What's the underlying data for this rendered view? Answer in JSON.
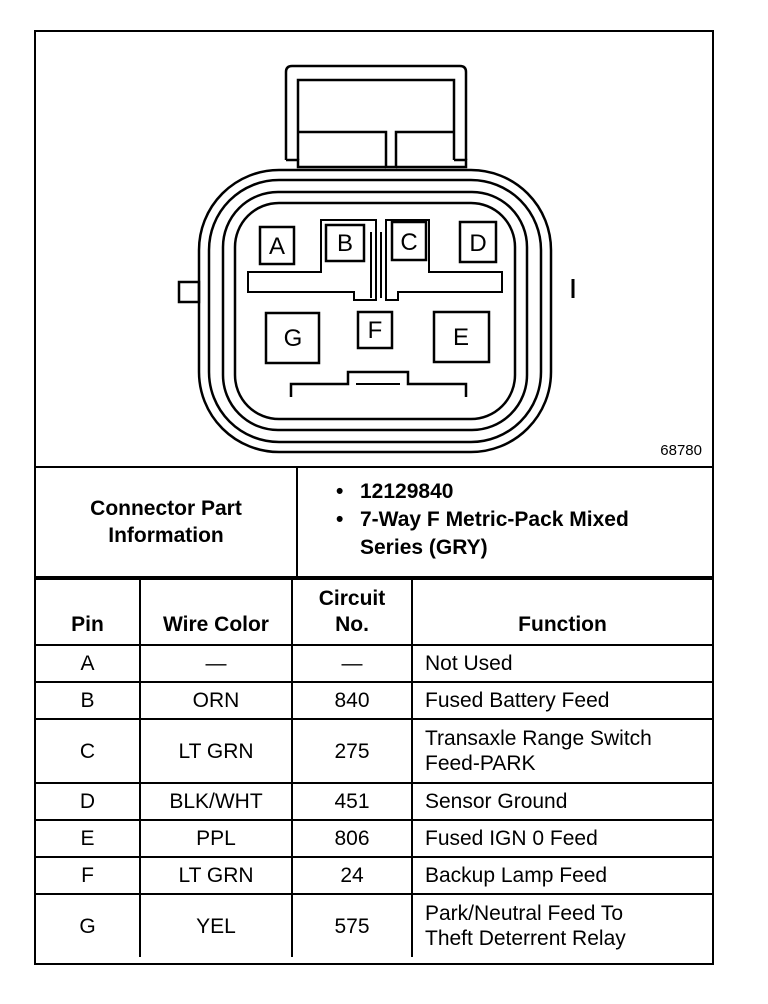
{
  "diagram": {
    "figure_id": "68780",
    "terminals": [
      "A",
      "B",
      "C",
      "D",
      "E",
      "F",
      "G"
    ]
  },
  "part_info": {
    "label_line1": "Connector Part",
    "label_line2": "Information",
    "part_number": "12129840",
    "description_line1": "7-Way F Metric-Pack Mixed",
    "description_line2": "Series (GRY)"
  },
  "table": {
    "headers": {
      "pin": "Pin",
      "wire_color": "Wire Color",
      "circuit_line1": "Circuit",
      "circuit_line2": "No.",
      "function": "Function"
    },
    "rows": [
      {
        "pin": "A",
        "wire": "—",
        "circuit": "—",
        "func1": "Not Used",
        "func2": ""
      },
      {
        "pin": "B",
        "wire": "ORN",
        "circuit": "840",
        "func1": "Fused Battery Feed",
        "func2": ""
      },
      {
        "pin": "C",
        "wire": "LT GRN",
        "circuit": "275",
        "func1": "Transaxle Range Switch",
        "func2": "Feed-PARK"
      },
      {
        "pin": "D",
        "wire": "BLK/WHT",
        "circuit": "451",
        "func1": "Sensor Ground",
        "func2": ""
      },
      {
        "pin": "E",
        "wire": "PPL",
        "circuit": "806",
        "func1": "Fused IGN 0 Feed",
        "func2": ""
      },
      {
        "pin": "F",
        "wire": "LT GRN",
        "circuit": "24",
        "func1": "Backup Lamp Feed",
        "func2": ""
      },
      {
        "pin": "G",
        "wire": "YEL",
        "circuit": "575",
        "func1": "Park/Neutral Feed To",
        "func2": "Theft Deterrent Relay"
      }
    ]
  }
}
